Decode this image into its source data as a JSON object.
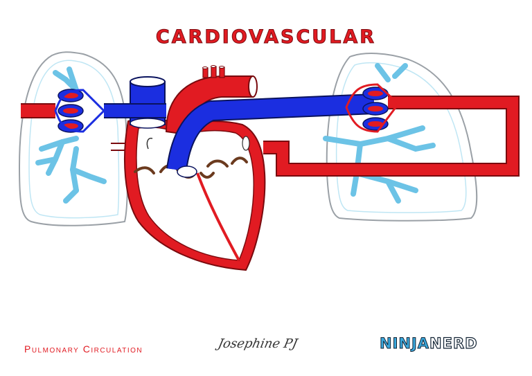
{
  "title": "CARDIOVASCULAR",
  "caption": "Pulmonary Circulation",
  "signature": "Josephine PJ",
  "logo": {
    "part1": "NINJA",
    "part2": "NERD"
  },
  "colors": {
    "oxygenated": "#e11b22",
    "deoxygenated": "#1b2ee0",
    "lung_outline": "#9aa0a6",
    "bronchi": "#6cc3e6",
    "valves": "#6b3a1e"
  }
}
